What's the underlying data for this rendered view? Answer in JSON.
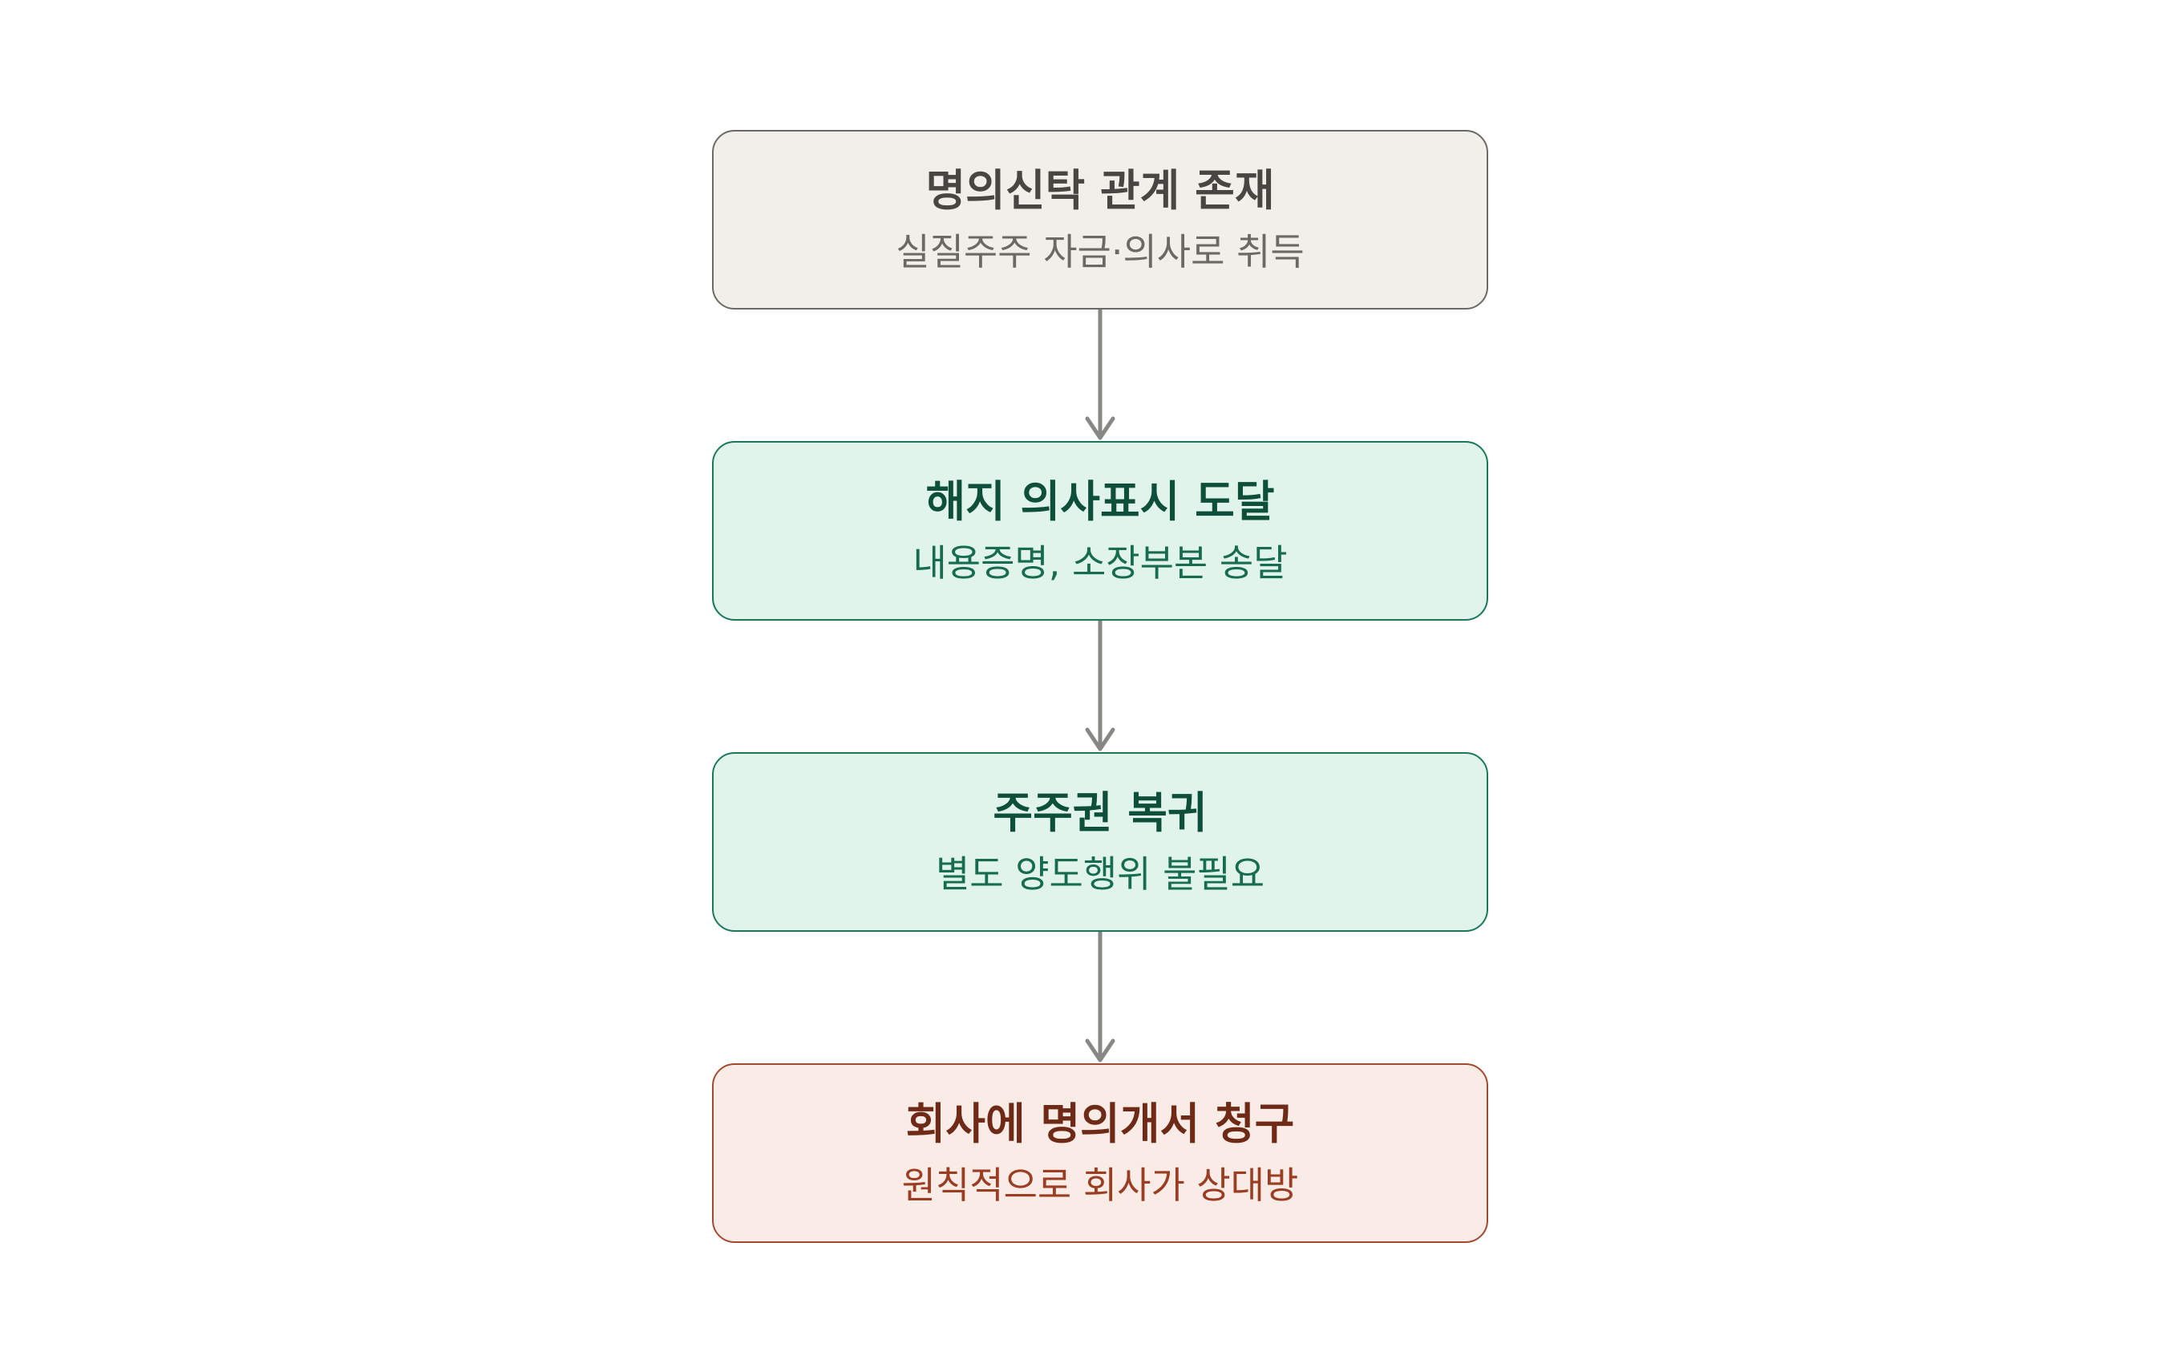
{
  "diagram": {
    "nodes": [
      {
        "title": "명의신탁 관계 존재",
        "subtitle": "실질주주 자금·의사로 취득"
      },
      {
        "title": "해지 의사표시 도달",
        "subtitle": "내용증명, 소장부본 송달"
      },
      {
        "title": "주주권 복귀",
        "subtitle": "별도 양도행위 불필요"
      },
      {
        "title": "회사에 명의개서 청구",
        "subtitle": "원칙적으로 회사가 상대방"
      }
    ],
    "connectors": [
      {
        "from": 0,
        "to": 1
      },
      {
        "from": 1,
        "to": 2
      },
      {
        "from": 2,
        "to": 3
      }
    ],
    "colors": {
      "neutral_fill": "#f1efe9",
      "neutral_border": "#6b6a66",
      "green_fill": "#e1f4ec",
      "green_border": "#1a7a58",
      "red_fill": "#f9ece7",
      "red_border": "#a34a30",
      "arrow": "#878784"
    }
  }
}
